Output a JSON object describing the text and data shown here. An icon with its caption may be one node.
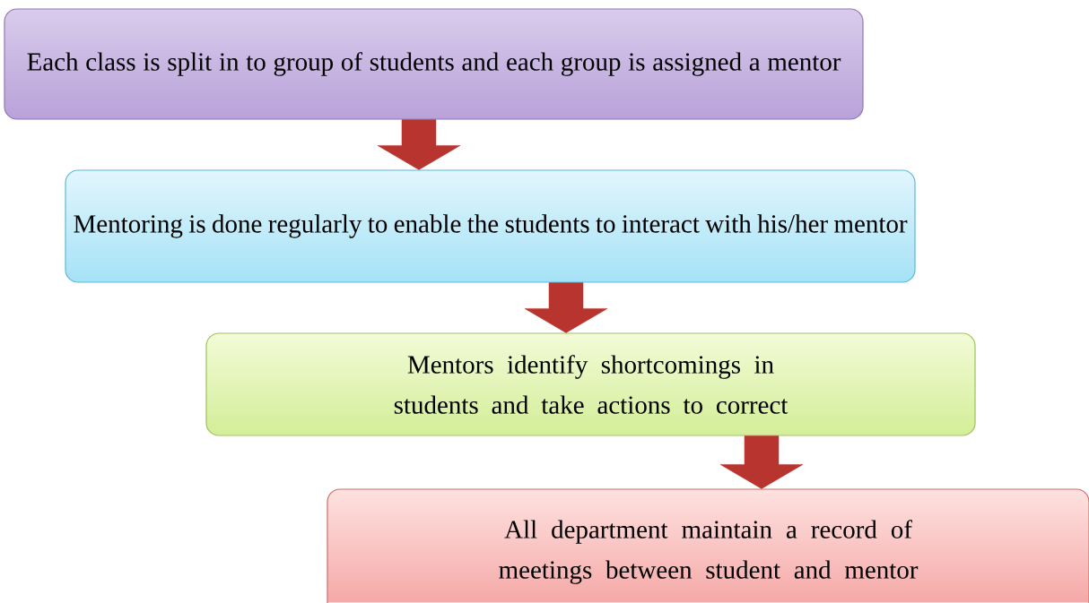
{
  "diagram": {
    "nodes": [
      {
        "text": [
          "Each class is split in to group of students and each group is assigned a mentor"
        ]
      },
      {
        "text": [
          "Mentoring is done regularly to enable the students to interact with his/her mentor"
        ]
      },
      {
        "text": [
          "Mentors identify shortcomings in students and take actions to correct"
        ]
      },
      {
        "text": [
          "All department maintain a record of meetings between student and mentor"
        ]
      }
    ],
    "edges": [
      {
        "from": 0,
        "to": 1,
        "arrow": "to"
      },
      {
        "from": 1,
        "to": 2,
        "arrow": "to"
      },
      {
        "from": 2,
        "to": 3,
        "arrow": "to"
      }
    ]
  }
}
